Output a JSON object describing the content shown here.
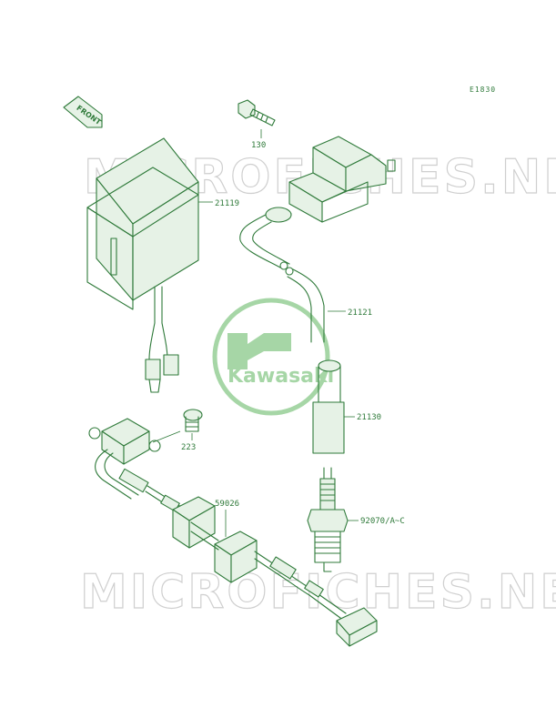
{
  "diagram_code": "E1830",
  "front_label": "FRONT",
  "brand": "Kawasaki",
  "watermark": "MICROFICHES.NET",
  "colors": {
    "ink": "#2f7a3a",
    "logo": "#a6d6a6",
    "watermark": "#cfcfcf"
  },
  "parts": [
    {
      "number": "130"
    },
    {
      "number": "21119"
    },
    {
      "number": "21121"
    },
    {
      "number": "21130"
    },
    {
      "number": "223"
    },
    {
      "number": "59026"
    },
    {
      "number": "92070/A~C"
    }
  ]
}
